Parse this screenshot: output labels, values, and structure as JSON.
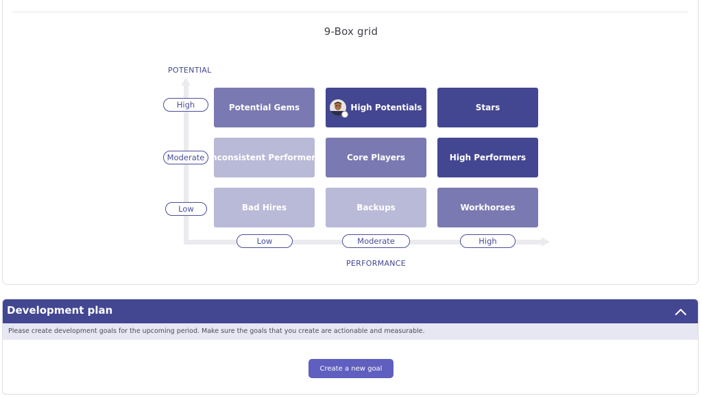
{
  "grid": {
    "title": "9-Box grid",
    "y_axis_title": "POTENTIAL",
    "x_axis_title": "PERFORMANCE",
    "y_levels": [
      "High",
      "Moderate",
      "Low"
    ],
    "x_levels": [
      "Low",
      "Moderate",
      "High"
    ],
    "cells": {
      "potential_gems": "Potential Gems",
      "high_potentials": "High Potentials",
      "stars": "Stars",
      "inconsistent_performers": "Inconsistent Performers",
      "core_players": "Core Players",
      "high_performers": "High Performers",
      "bad_hires": "Bad Hires",
      "backups": "Backups",
      "workhorses": "Workhorses"
    },
    "colors": {
      "light": "#b9b9d8",
      "mid": "#7a79b1",
      "dark": "#434691"
    }
  },
  "development_plan": {
    "title": "Development plan",
    "collapse_icon": "chevron-up-icon",
    "note": "Please create development goals for the upcoming period. Make sure the goals that you create are actionable and measurable.",
    "create_goal_label": "Create a new goal",
    "accent": "#434691",
    "button_color": "#5f5fbf"
  }
}
